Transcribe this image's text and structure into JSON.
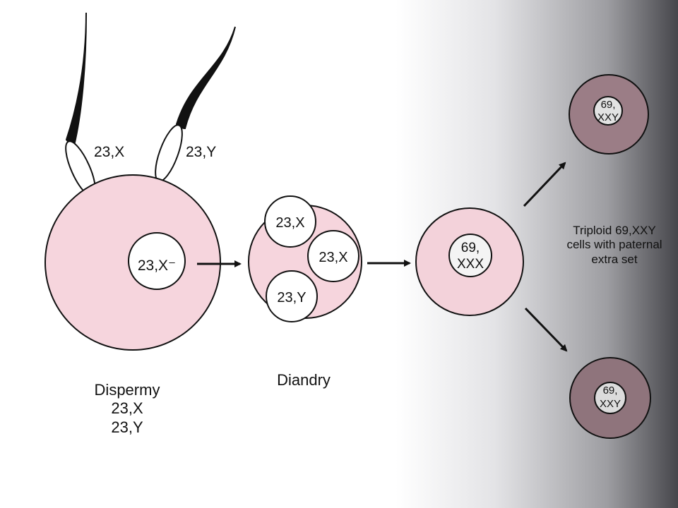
{
  "sperm_labels": {
    "left": "23,X",
    "right": "23,Y"
  },
  "dispermy": {
    "nucleus_label": "23,X⁻",
    "caption": [
      "Dispermy",
      "23,X",
      "23,Y"
    ]
  },
  "diandry": {
    "pronuclei": [
      "23,X",
      "23,X",
      "23,Y"
    ],
    "caption": "Diandry"
  },
  "zygote": {
    "label_lines": [
      "69,",
      "XXX"
    ]
  },
  "outcome_top": {
    "label_lines": [
      "69,",
      "XXY"
    ]
  },
  "outcome_bottom": {
    "label_lines": [
      "69,",
      "XXY"
    ]
  },
  "triploid_caption": [
    "Triploid 69,XXY",
    "cells with paternal",
    "extra set"
  ],
  "colors": {
    "cytoplasm_pink": "#f6d5dd",
    "outline": "#111111",
    "nucleus": "#ffffff"
  }
}
